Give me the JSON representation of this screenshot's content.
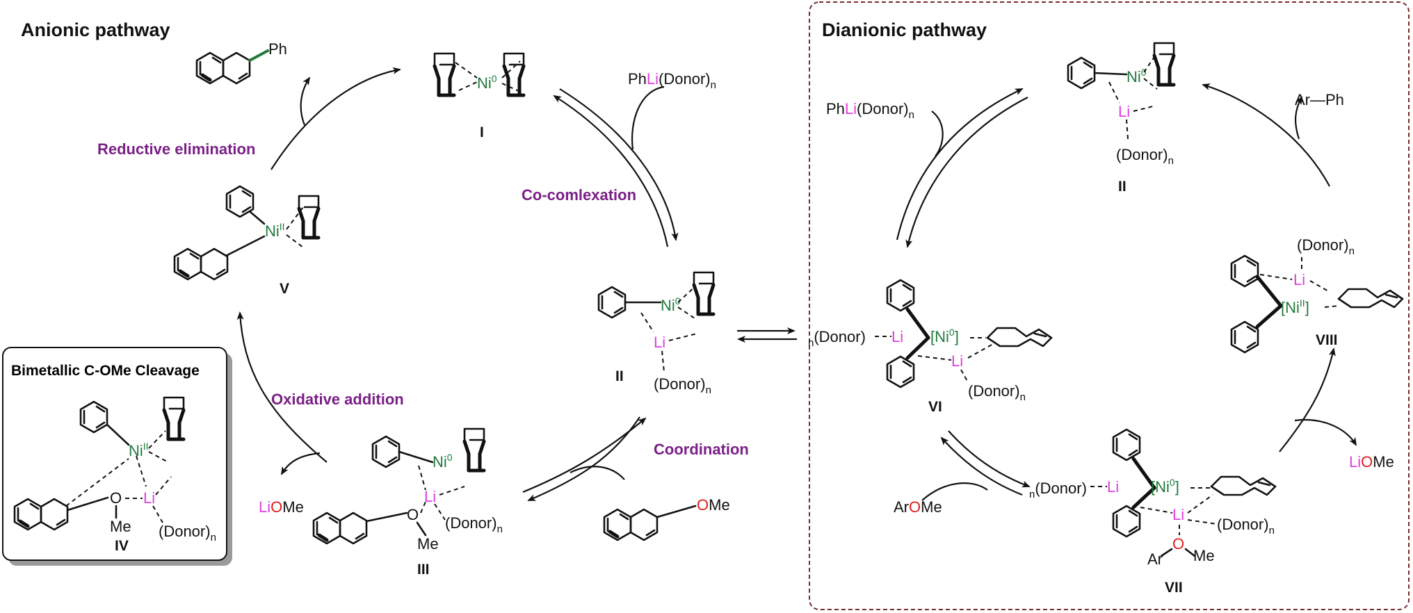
{
  "panels": {
    "anionic_title": "Anionic pathway",
    "dianionic_title": "Dianionic pathway",
    "inset_title": "Bimetallic C-OMe Cleavage"
  },
  "steps": {
    "reductive_elimination": "Reductive elimination",
    "co_complexation": "Co-comlexation",
    "oxidative_addition": "Oxidative addition",
    "coordination": "Coordination"
  },
  "compounds": {
    "I": "I",
    "II": "II",
    "III": "III",
    "IV": "IV",
    "V": "V",
    "VI": "VI",
    "VII": "VII",
    "VIII": "VIII"
  },
  "labels": {
    "ph": "Ph",
    "phli_pre": "Ph",
    "phli_li": "Li",
    "phli_post": "(Donor)",
    "donor": "(Donor)",
    "n": "n",
    "li": "Li",
    "ni": "Ni",
    "ox0": "0",
    "oxII": "II",
    "o": "O",
    "me": "Me",
    "lio_li": "Li",
    "lio_o": "O",
    "lio_me": "Me",
    "ar": "Ar",
    "ar_o": "O",
    "ar_me": "Me",
    "arph": "Ar—Ph",
    "ome_o": "O",
    "ome_me": "Me",
    "ni_bracket_open": "[",
    "ni_bracket_close": "]"
  },
  "colors": {
    "lithium": "#e03fe0",
    "nickel": "#1f7a3a",
    "oxygen": "#e01b1b",
    "step_label": "#7a1f86",
    "dashed_frame": "#7a2a2a"
  }
}
